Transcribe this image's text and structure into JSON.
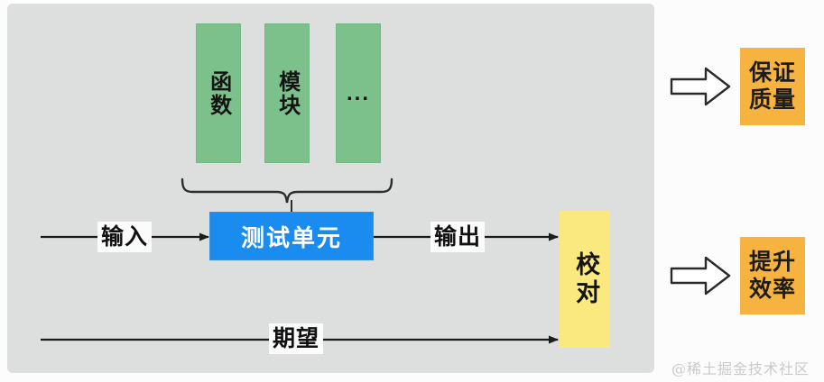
{
  "diagram": {
    "title": "unit-test-flow",
    "panel_color": "#dcdfdd",
    "components": {
      "section_color": "#7cc08c",
      "bars": [
        {
          "label": "函数",
          "kind": "vertical-text"
        },
        {
          "label": "模块",
          "kind": "vertical-text"
        },
        {
          "label": "...",
          "kind": "ellipsis"
        }
      ]
    },
    "unit": {
      "label": "测试单元",
      "color": "#1a8cf0",
      "text_color": "#ffffff"
    },
    "checker": {
      "label": "校对",
      "color": "#f9e97e"
    },
    "flow_labels": {
      "input": "输入",
      "output": "输出",
      "expect": "期望"
    },
    "outcomes": [
      {
        "line1": "保证",
        "line2": "质量",
        "color": "#f7b33f",
        "arrow": "block-arrow-right-icon"
      },
      {
        "line1": "提升",
        "line2": "效率",
        "color": "#f7b33f",
        "arrow": "block-arrow-right-icon"
      }
    ],
    "watermark": "@稀土掘金技术社区"
  }
}
